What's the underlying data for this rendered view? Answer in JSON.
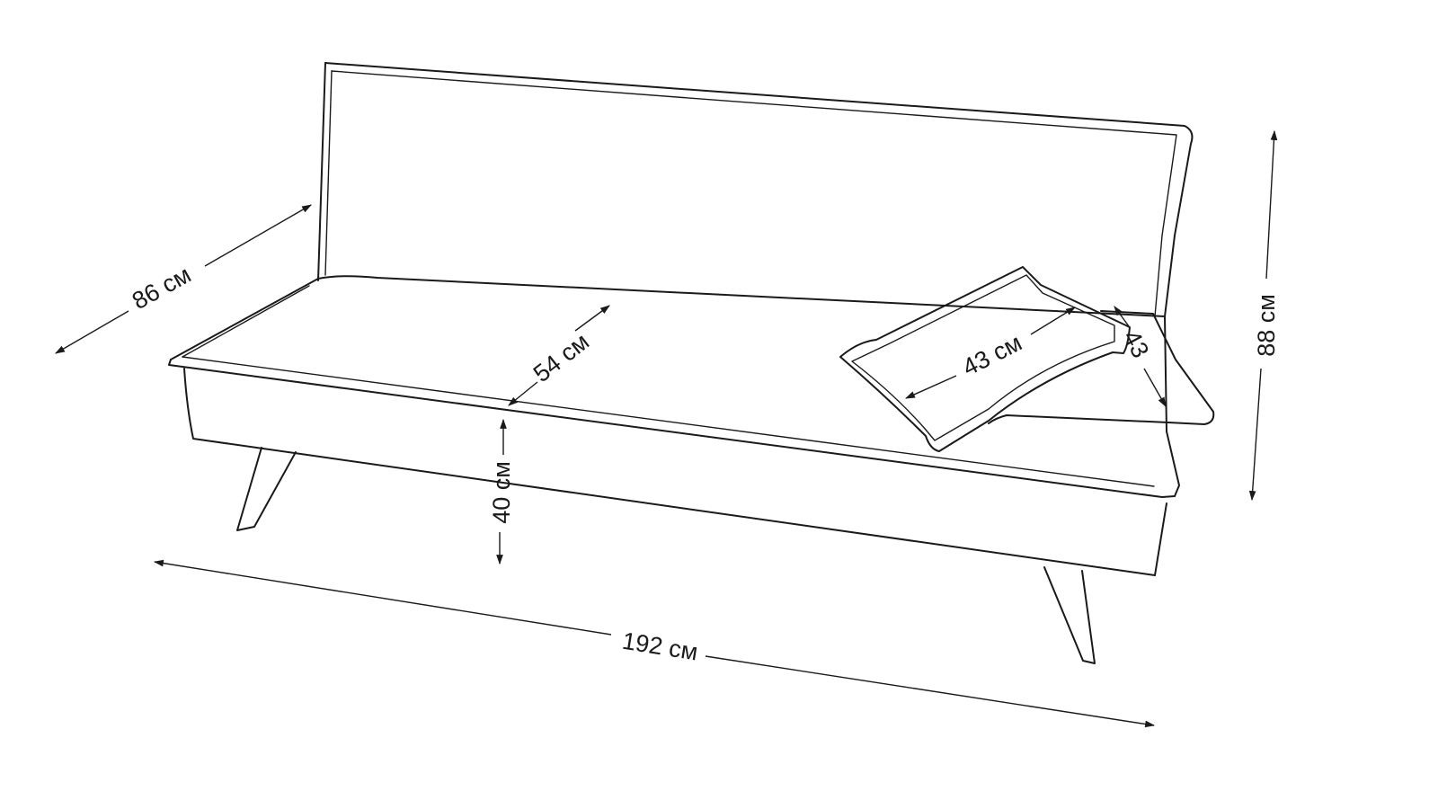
{
  "diagram": {
    "subject": "sofa-bed dimension drawing",
    "line_color": "#1a1a1a",
    "background": "#ffffff"
  },
  "dimensions": {
    "depth": "86 см",
    "seat_depth": "54 см",
    "seat_height": "40 см",
    "width": "192 см",
    "height": "88 см",
    "pillow_width": "43 см",
    "pillow_height": "43"
  }
}
